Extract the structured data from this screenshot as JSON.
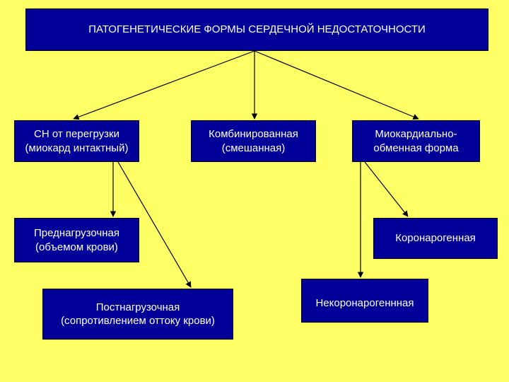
{
  "title": "ПАТОГЕНЕТИЧЕСКИЕ ФОРМЫ СЕРДЕЧНОЙ НЕДОСТАТОЧНОСТИ",
  "forms": {
    "overload": [
      "СН от перегрузки",
      "(миокард интактный)"
    ],
    "combined": [
      "Комбинированная",
      "(смешанная)"
    ],
    "myocardial": [
      "Миокардиально-",
      "обменная форма"
    ]
  },
  "subforms": {
    "preload": [
      "Преднагрузочная",
      "(объемом крови)"
    ],
    "afterload": [
      "Постнагрузочная",
      "(сопротивлением оттоку крови)"
    ],
    "coronary": "Коронарогенная",
    "noncoronary": "Некоронарогеннная"
  },
  "colors": {
    "background": "#FFFF66",
    "box_fill": "#000099",
    "box_text": "#FFFFFF",
    "connector": "#000000"
  }
}
